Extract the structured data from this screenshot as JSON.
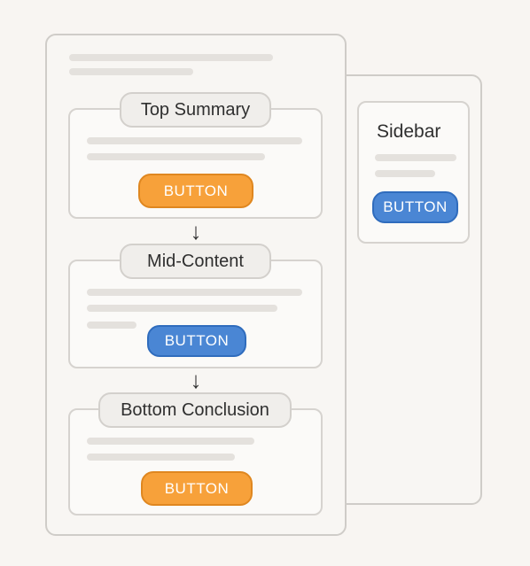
{
  "sections": [
    {
      "title": "Top Summary",
      "button": "BUTTON",
      "button_color": "#f7a13a"
    },
    {
      "title": "Mid-Content",
      "button": "BUTTON",
      "button_color": "#4a86d4"
    },
    {
      "title": "Bottom Conclusion",
      "button": "BUTTON",
      "button_color": "#f7a13a"
    }
  ],
  "sidebar": {
    "title": "Sidebar",
    "button": "BUTTON",
    "button_color": "#4a86d4"
  },
  "arrows": [
    "↓",
    "↓"
  ]
}
